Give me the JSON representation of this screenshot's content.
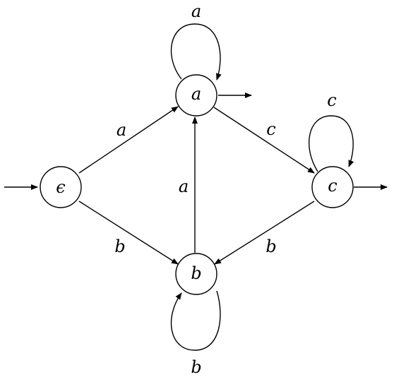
{
  "states": {
    "epsilon": "ϵ",
    "a": "a",
    "b": "b",
    "c": "c"
  },
  "edges": {
    "epsilon_to_a": "a",
    "epsilon_to_b": "b",
    "b_to_a": "a",
    "a_to_c": "c",
    "c_to_b": "b",
    "loop_a": "a",
    "loop_b": "b",
    "loop_c": "c"
  },
  "colors": {
    "stroke": "#000000",
    "background": "#ffffff"
  }
}
